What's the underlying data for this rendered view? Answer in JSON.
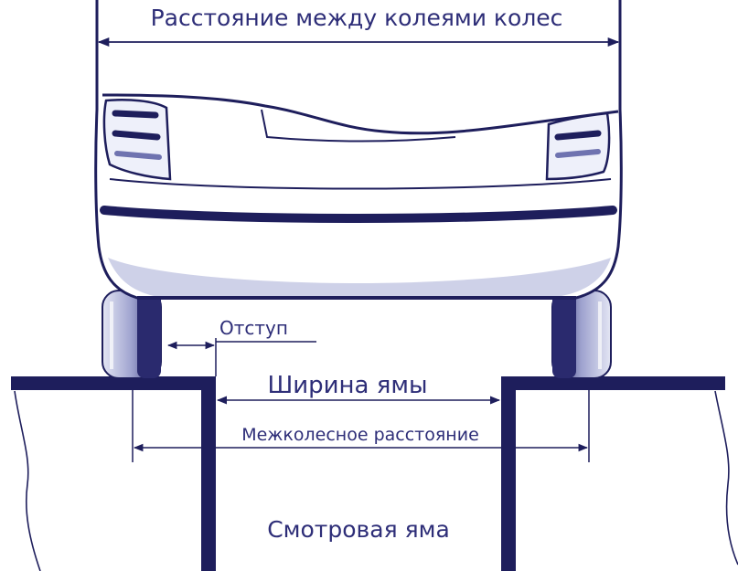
{
  "labels": {
    "track_width": "Расстояние между колеями колес",
    "offset": "Отступ",
    "pit_width": "Ширина ямы",
    "wheelbase_width": "Межколесное расстояние",
    "pit": "Смотровая яма"
  },
  "colors": {
    "ink": "#1e1e5c",
    "label": "#2e2e78",
    "shade": "#c9cce6",
    "background": "#ffffff"
  }
}
